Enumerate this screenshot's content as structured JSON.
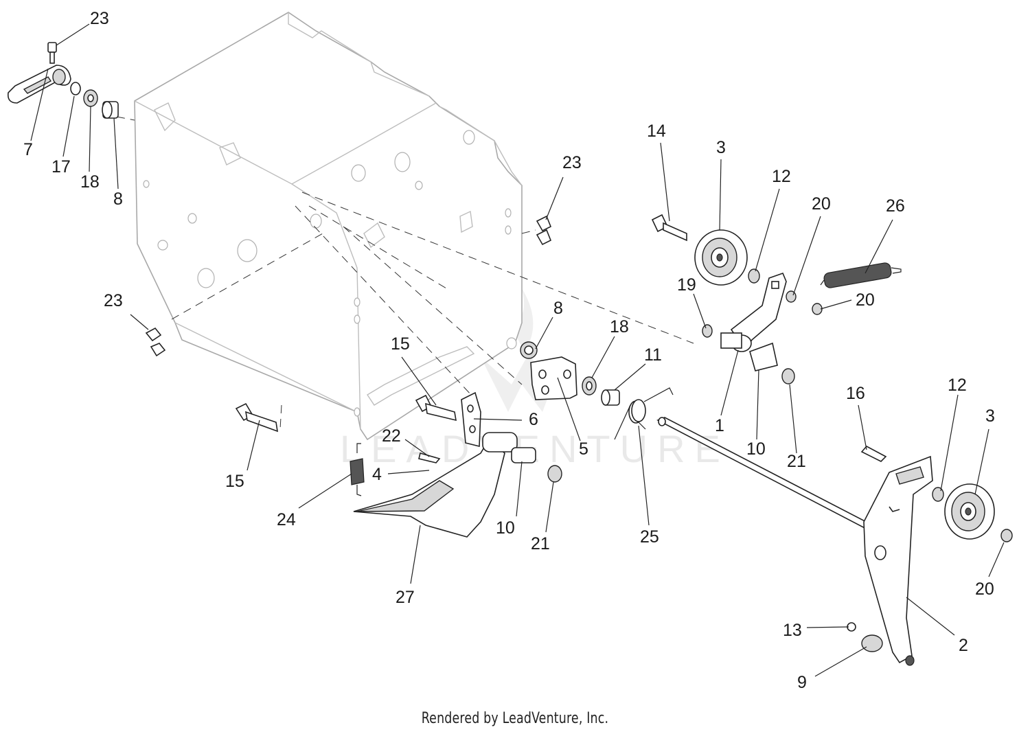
{
  "footer": {
    "credit": "Rendered by LeadVenture, Inc."
  },
  "watermark": {
    "text": "LEADVENTURE"
  },
  "callouts": [
    {
      "label": "23"
    },
    {
      "label": "7"
    },
    {
      "label": "17"
    },
    {
      "label": "18"
    },
    {
      "label": "8"
    },
    {
      "label": "23"
    },
    {
      "label": "23"
    },
    {
      "label": "15"
    },
    {
      "label": "14"
    },
    {
      "label": "3"
    },
    {
      "label": "12"
    },
    {
      "label": "20"
    },
    {
      "label": "26"
    },
    {
      "label": "19"
    },
    {
      "label": "20"
    },
    {
      "label": "8"
    },
    {
      "label": "18"
    },
    {
      "label": "11"
    },
    {
      "label": "15"
    },
    {
      "label": "6"
    },
    {
      "label": "5"
    },
    {
      "label": "1"
    },
    {
      "label": "10"
    },
    {
      "label": "21"
    },
    {
      "label": "16"
    },
    {
      "label": "12"
    },
    {
      "label": "3"
    },
    {
      "label": "22"
    },
    {
      "label": "4"
    },
    {
      "label": "24"
    },
    {
      "label": "10"
    },
    {
      "label": "21"
    },
    {
      "label": "25"
    },
    {
      "label": "27"
    },
    {
      "label": "20"
    },
    {
      "label": "13"
    },
    {
      "label": "2"
    },
    {
      "label": "9"
    }
  ],
  "colors": {
    "frame_line": "#a8a8a8",
    "part_line": "#222222",
    "shade": "#d7d7d7"
  }
}
